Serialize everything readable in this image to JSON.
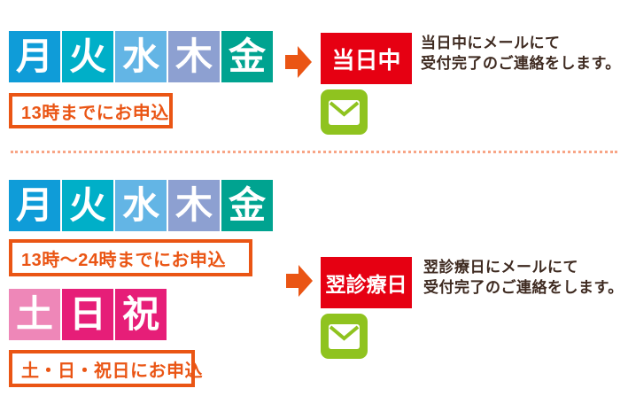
{
  "colors": {
    "monday": "#0f9cd8",
    "tuesday": "#00afc8",
    "wednesday": "#63b5e5",
    "thursday": "#8da0d1",
    "friday": "#00a390",
    "saturday": "#ee87b8",
    "sunday": "#e61e78",
    "holiday": "#e61e78",
    "result_red": "#e60012",
    "accent_orange": "#ea5514",
    "mail_green": "#8fc31f",
    "note_brown": "#3e2a20",
    "divider_salmon": "#f8a586"
  },
  "icons": {
    "arrow": "arrow-right-icon",
    "mail": "mail-envelope-icon"
  },
  "sections": [
    {
      "weekdays": [
        {
          "label": "月",
          "color": "#0f9cd8"
        },
        {
          "label": "火",
          "color": "#00afc8"
        },
        {
          "label": "水",
          "color": "#63b5e5"
        },
        {
          "label": "木",
          "color": "#8da0d1"
        },
        {
          "label": "金",
          "color": "#00a390"
        }
      ],
      "apply_note": "13時までにお申込",
      "result_label": "当日中",
      "description_line1": "当日中にメールにて",
      "description_line2": "受付完了のご連絡をします。"
    },
    {
      "weekdays": [
        {
          "label": "月",
          "color": "#0f9cd8"
        },
        {
          "label": "火",
          "color": "#00afc8"
        },
        {
          "label": "水",
          "color": "#63b5e5"
        },
        {
          "label": "木",
          "color": "#8da0d1"
        },
        {
          "label": "金",
          "color": "#00a390"
        }
      ],
      "apply_note_weekday": "13時～24時までにお申込",
      "holidays": [
        {
          "label": "土",
          "color": "#ee87b8"
        },
        {
          "label": "日",
          "color": "#e61e78"
        },
        {
          "label": "祝",
          "color": "#e61e78"
        }
      ],
      "apply_note_holiday": "土・日・祝日にお申込",
      "result_label": "翌診療日",
      "description_line1": "翌診療日にメールにて",
      "description_line2": "受付完了のご連絡をします。"
    }
  ]
}
